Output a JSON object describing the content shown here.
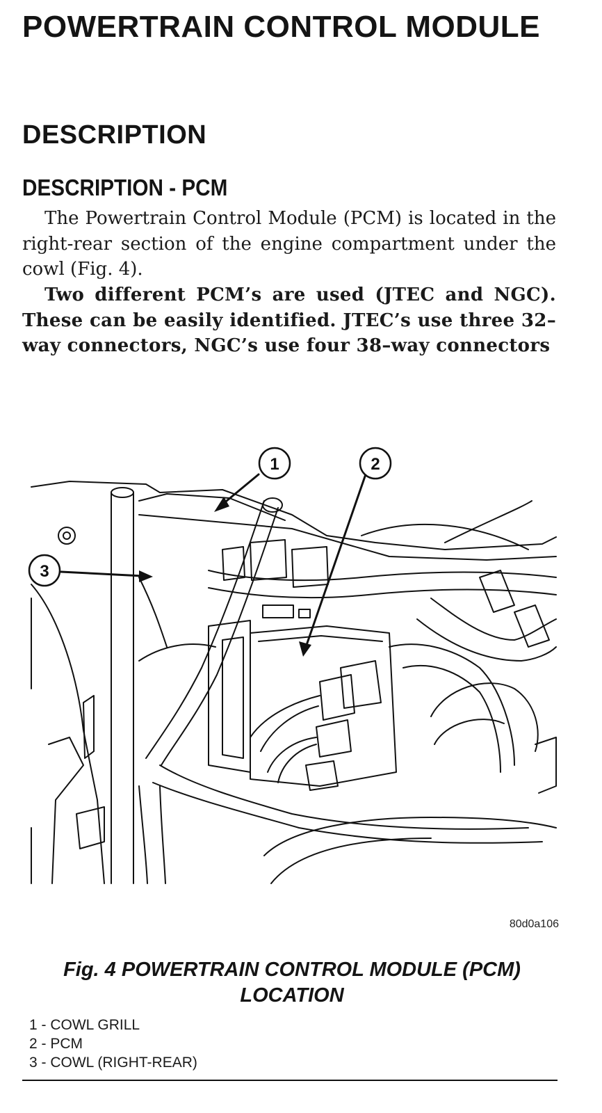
{
  "section": {
    "title": "POWERTRAIN CONTROL MODULE",
    "heading": "DESCRIPTION",
    "subheading": "DESCRIPTION - PCM"
  },
  "body": {
    "paragraph1": "The Powertrain Control Module (PCM) is located in the right-rear section of the engine compartment under the cowl (Fig. 4).",
    "paragraph2": "Two different PCM’s are used (JTEC and NGC). These can be easily identified. JTEC’s use three 32–way connectors, NGC’s use four 38–way connectors"
  },
  "figure": {
    "code": "80d0a106",
    "caption": "Fig. 4 POWERTRAIN CONTROL MODULE (PCM) LOCATION",
    "callouts": [
      "1",
      "2",
      "3"
    ],
    "legend": [
      "1 - COWL GRILL",
      "2 - PCM",
      "3 - COWL (RIGHT-REAR)"
    ]
  }
}
